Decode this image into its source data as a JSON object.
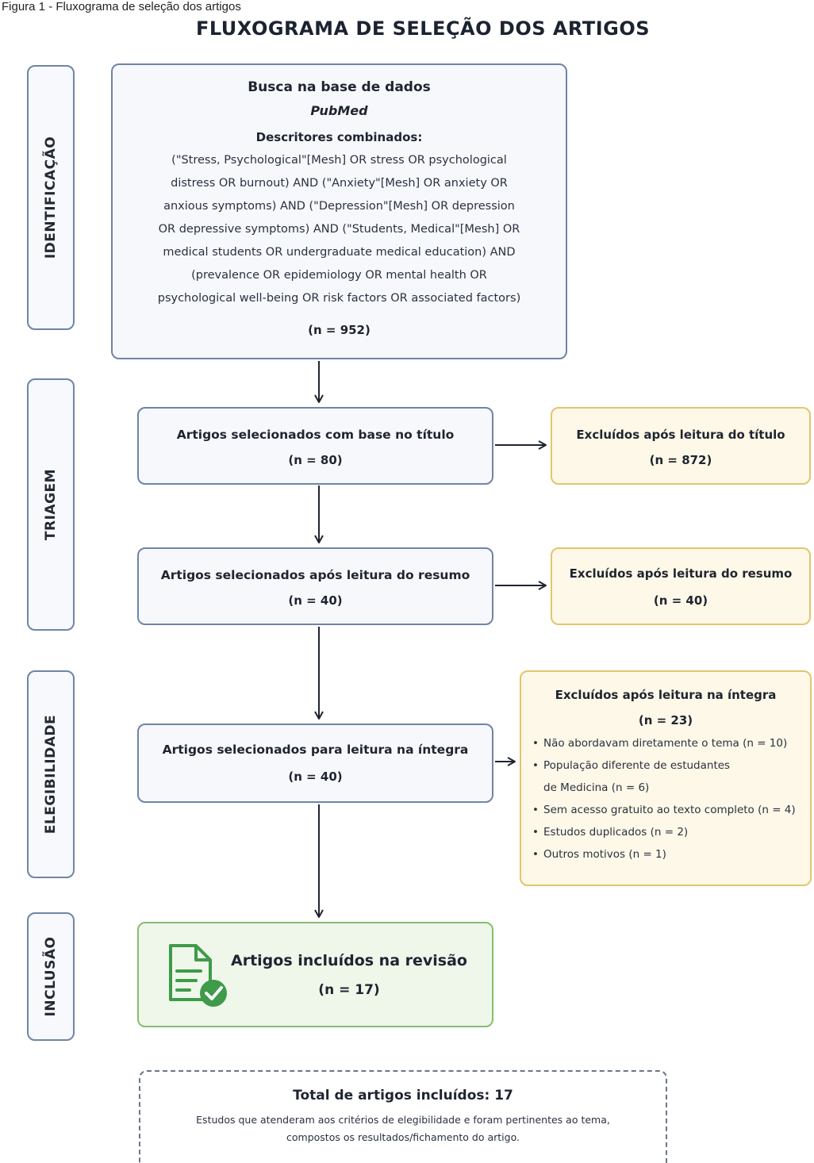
{
  "caption": "Figura 1 - Fluxograma de seleção dos artigos",
  "title": "FLUXOGRAMA DE SELEÇÃO DOS ARTIGOS",
  "stages": {
    "identificacao": "IDENTIFICAÇÃO",
    "triagem": "TRIAGEM",
    "elegibilidade": "ELEGIBILIDADE",
    "inclusao": "INCLUSÃO"
  },
  "search": {
    "heading": "Busca na base de dados",
    "database": "PubMed",
    "descriptors_heading": "Descritores combinados:",
    "query_lines": [
      "(\"Stress, Psychological\"[Mesh] OR stress OR psychological",
      "distress OR burnout) AND (\"Anxiety\"[Mesh] OR anxiety OR",
      "anxious symptoms) AND (\"Depression\"[Mesh] OR depression",
      "OR depressive symptoms) AND (\"Students, Medical\"[Mesh] OR",
      "medical students OR undergraduate medical education) AND",
      "(prevalence OR epidemiology OR mental health OR",
      "psychological well-being OR risk factors OR associated factors)"
    ],
    "count": "(n = 952)"
  },
  "title_screen": {
    "label": "Artigos selecionados com base no título",
    "count": "(n = 80)"
  },
  "title_excluded": {
    "label": "Excluídos após leitura do título",
    "count": "(n = 872)"
  },
  "abstract_screen": {
    "label": "Artigos selecionados após leitura do resumo",
    "count": "(n = 40)"
  },
  "abstract_excluded": {
    "label": "Excluídos após leitura do resumo",
    "count": "(n = 40)"
  },
  "fulltext_screen": {
    "label": "Artigos selecionados para leitura na íntegra",
    "count": "(n = 40)"
  },
  "fulltext_excluded": {
    "label": "Excluídos após leitura na íntegra",
    "count": "(n = 23)",
    "reasons": [
      "Não abordavam diretamente o tema (n = 10)",
      "População diferente de estudantes",
      "Sem acesso gratuito ao texto completo (n = 4)",
      "Estudos duplicados (n = 2)",
      "Outros motivos (n = 1)"
    ],
    "reason_2_cont": "de Medicina (n = 6)"
  },
  "included": {
    "label": "Artigos incluídos na revisão",
    "count": "(n = 17)",
    "icon": "document-check-icon"
  },
  "total": {
    "label": "Total de artigos incluídos: 17",
    "note_line1": "Estudos que atenderam aos critérios de elegibilidade e foram pertinentes ao tema,",
    "note_line2": "compostos os resultados/fichamento do artigo."
  },
  "colors": {
    "stage_border": "#6f85a6",
    "excluded_border": "#e3c56b",
    "excluded_fill": "#fdf8e7",
    "included_border": "#86bd72",
    "included_fill": "#eef7ea",
    "check_green": "#3f9a4a"
  }
}
